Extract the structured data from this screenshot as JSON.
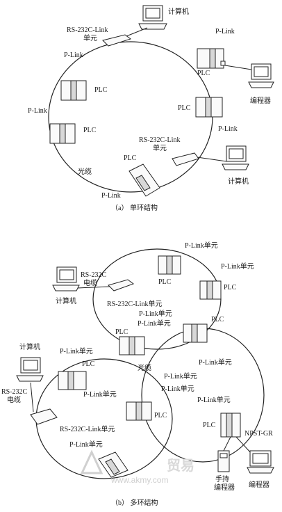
{
  "diagram_a": {
    "caption": "（a） 单环结构",
    "labels": {
      "computer_top": "计算机",
      "rs232_unit_top_1": "RS-232C-Link",
      "rs232_unit_top_2": "单元",
      "plink_top_right": "P-Link",
      "plink_left_top": "P-Link",
      "plc_right": "PLC",
      "programmer": "编程器",
      "plc_left_mid": "PLC",
      "plc_right_mid": "PLC",
      "plink_right_mid": "P-Link",
      "plink_left_mid": "P-Link",
      "plc_left_low": "PLC",
      "rs232_unit_bottom_1": "RS-232C-Link",
      "rs232_unit_bottom_2": "单元",
      "plc_bottom": "PLC",
      "fiber": "光缆",
      "plink_bottom": "P-Link",
      "computer_bottom": "计算机"
    }
  },
  "diagram_b": {
    "caption": "（b） 多环结构",
    "labels": {
      "plink_unit_top": "P-Link单元",
      "rs232c_1": "RS-232C",
      "cable_1": "电缆",
      "plink_unit_right": "P-Link单元",
      "plc_top": "PLC",
      "plc_right_top": "PLC",
      "computer_1": "计算机",
      "rs232_unit_mid": "RS-232C-Link单元",
      "plink_unit_a": "P-Link单元",
      "plink_unit_b": "P-Link单元",
      "plc_mid_left": "PLC",
      "plc_mid_right": "PLC",
      "plink_unit_c": "P-Link单元",
      "computer_2": "计算机",
      "plink_unit_d": "P-Link单元",
      "plc_left": "PLC",
      "fiber": "光缆",
      "rs232c_2": "RS-232C",
      "cable_2": "电缆",
      "plink_unit_e": "P-Link单元",
      "plink_unit_f": "P-Link单元",
      "plink_unit_g": "P-Link单元",
      "plink_unit_h": "P-Link单元",
      "rs232_unit_low": "RS-232C-Link单元",
      "plc_center": "PLC",
      "plc_right": "PLC",
      "npst": "NPST-GR",
      "plink_unit_bottom": "P-Link单元",
      "handheld": "手持",
      "handheld_2": "编程器",
      "programmer": "编程器"
    }
  },
  "watermark": {
    "brand": "贸易",
    "url": "www.akmy.com"
  }
}
